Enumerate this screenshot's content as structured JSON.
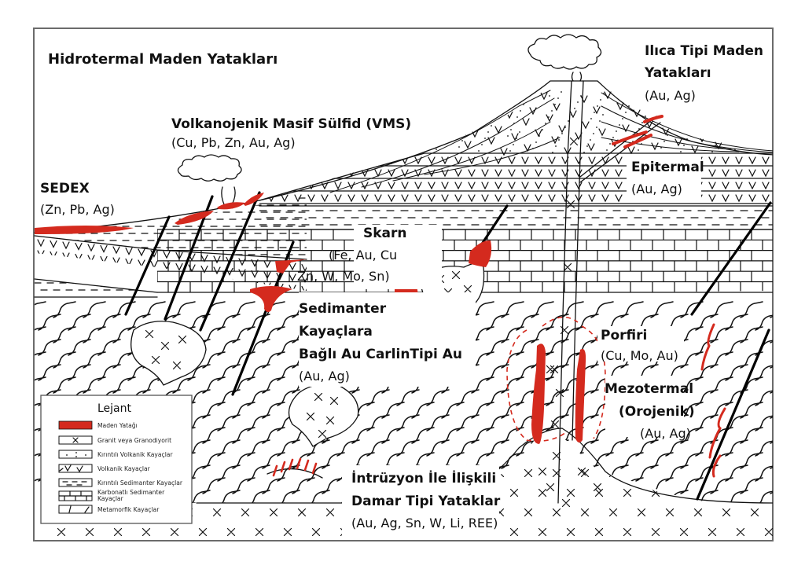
{
  "diagram": {
    "title": "Hidrotermal Maden Yatakları",
    "colors": {
      "ore": "#d42a1e",
      "line": "#111111",
      "frame": "#6b6b6b",
      "background": "#ffffff"
    },
    "labels": {
      "vms": {
        "name": "Volkanojenik Masif Sülfid (VMS)",
        "elements": "(Cu, Pb, Zn, Au, Ag)"
      },
      "ilica": {
        "name_line1": "Ilıca Tipi Maden",
        "name_line2": "Yatakları",
        "elements": "(Au, Ag)"
      },
      "sedex": {
        "name": "SEDEX",
        "elements": "(Zn, Pb, Ag)"
      },
      "epitermal": {
        "name": "Epitermal",
        "elements": "(Au, Ag)"
      },
      "skarn": {
        "name": "Skarn",
        "elements_line1": "(Fe, Au, Cu",
        "elements_line2": "Zn, W, Mo, Sn)"
      },
      "carlin": {
        "name_line1": "Sedimanter",
        "name_line2": "Kayaçlara",
        "name_line3": "Bağlı Au CarlinTipi Au",
        "elements": "(Au, Ag)"
      },
      "porfiri": {
        "name": "Porfiri",
        "elements": "(Cu, Mo, Au)"
      },
      "mezotermal": {
        "name_line1": "Mezotermal",
        "name_line2": "(Orojenik)",
        "elements": "(Au, Ag)"
      },
      "intruzyon": {
        "name_line1": "İntrüzyon İle İlişkili",
        "name_line2": "Damar Tipi Yataklar",
        "elements": "(Au, Ag, Sn, W, Li, REE)"
      }
    },
    "legend": {
      "title": "Lejant",
      "items": [
        {
          "label": "Maden Yatağı",
          "pattern": "ore"
        },
        {
          "label": "Granit veya Granodiyorit",
          "pattern": "cross"
        },
        {
          "label": "Kırıntılı Volkanik Kayaçlar",
          "pattern": "dots"
        },
        {
          "label": "Volkanik Kayaçlar",
          "pattern": "vee"
        },
        {
          "label": "Kırıntılı Sedimanter Kayaçlar",
          "pattern": "dash"
        },
        {
          "label_line1": "Karbonatlı Sedimanter",
          "label_line2": "Kayaçlar",
          "pattern": "brick"
        },
        {
          "label": "Metamorfik Kayaçlar",
          "pattern": "slash"
        }
      ]
    }
  }
}
